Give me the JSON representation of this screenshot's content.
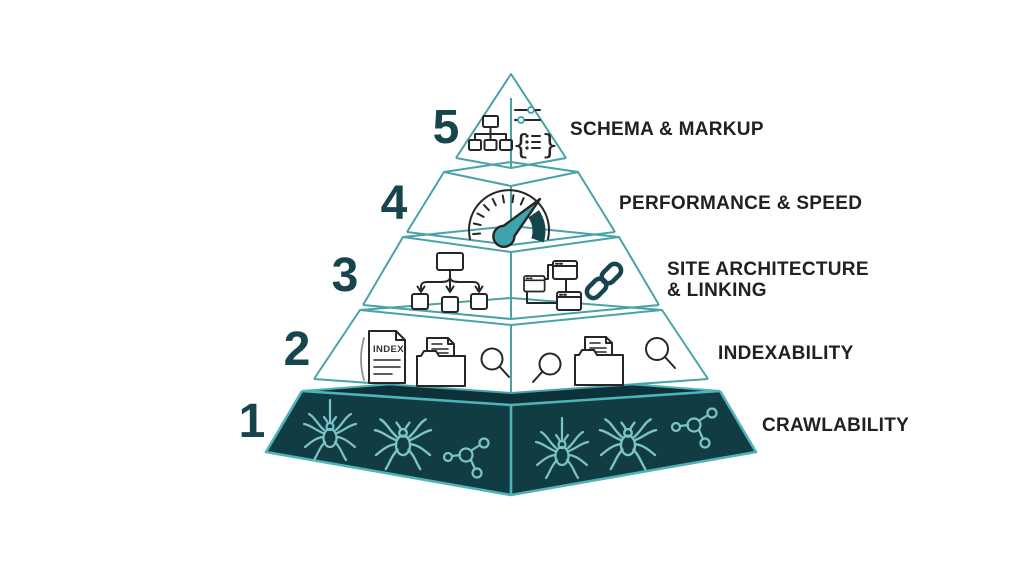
{
  "levels": [
    {
      "number": "5",
      "label": "SCHEMA & MARKUP",
      "lines": [
        "SCHEMA & MARKUP"
      ],
      "icons": [
        "org-chart-icon",
        "sliders-icon",
        "braces-list-icon"
      ]
    },
    {
      "number": "4",
      "label": "PERFORMANCE & SPEED",
      "lines": [
        "PERFORMANCE & SPEED"
      ],
      "icons": [
        "speedometer-icon"
      ]
    },
    {
      "number": "3",
      "label": "SITE ARCHITECTURE & LINKING",
      "lines": [
        "SITE ARCHITECTURE",
        "& LINKING"
      ],
      "icons": [
        "flowchart-icon",
        "linked-windows-icon",
        "chain-link-icon"
      ]
    },
    {
      "number": "2",
      "label": "INDEXABILITY",
      "lines": [
        "INDEXABILITY"
      ],
      "icons": [
        "index-document-icon",
        "folder-documents-icon",
        "magnifier-icon",
        "magnifier-icon",
        "folder-documents-icon",
        "magnifier-icon"
      ]
    },
    {
      "number": "1",
      "label": "CRAWLABILITY",
      "lines": [
        "CRAWLABILITY"
      ],
      "icons": [
        "spider-icon",
        "spider-icon",
        "network-nodes-icon",
        "spider-icon",
        "spider-icon",
        "network-nodes-icon"
      ]
    }
  ],
  "icon_text": {
    "index_document_label": "INDEX"
  },
  "colors": {
    "background": "#ffffff",
    "band_outline": "#4aa2a9",
    "base_outline": "#4fb4b9",
    "base_fill": "#123c44",
    "base_top_fill": "#0d3139",
    "number_text": "#17454e",
    "label_text": "#212121",
    "icon_outline": "#262626",
    "icon_accent_teal": "#3fa3ab",
    "icon_dark_teal": "#17454e",
    "base_icon_teal": "#7cc4c8"
  }
}
